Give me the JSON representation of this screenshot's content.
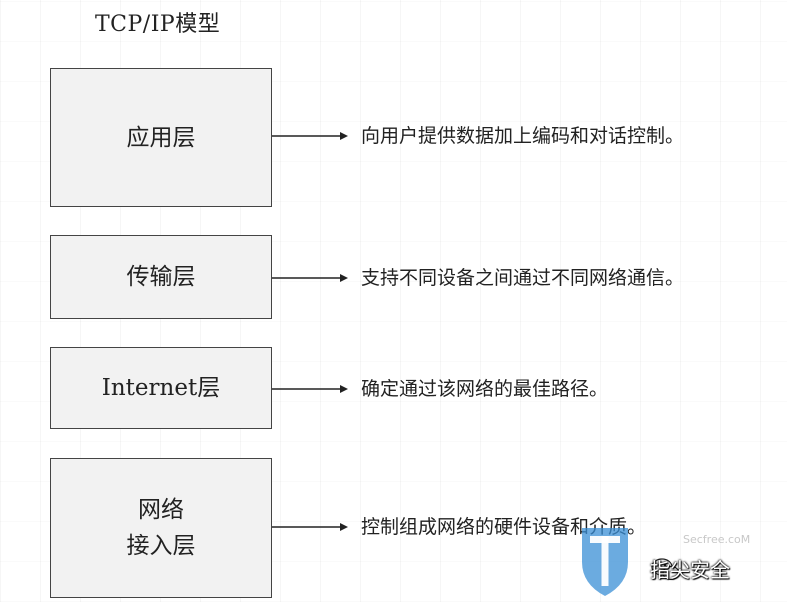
{
  "title": "TCP/IP模型",
  "layers": [
    {
      "name": "应用层",
      "description": "向用户提供数据加上编码和对话控制。"
    },
    {
      "name": "传输层",
      "description": "支持不同设备之间通过不同网络通信。"
    },
    {
      "name": "Internet层",
      "description": "确定通过该网络的最佳路径。"
    },
    {
      "name_line1": "网络",
      "name_line2": "接入层",
      "description": "控制组成网络的硬件设备和介质。"
    }
  ],
  "watermark": {
    "site": "Secfree.coM",
    "name": "指尖安全",
    "logo_icon": "shield-T-icon",
    "wechat_icon": "wechat-icon"
  },
  "colors": {
    "box_fill": "#f2f2f2",
    "box_border": "#444444",
    "text": "#222222"
  }
}
